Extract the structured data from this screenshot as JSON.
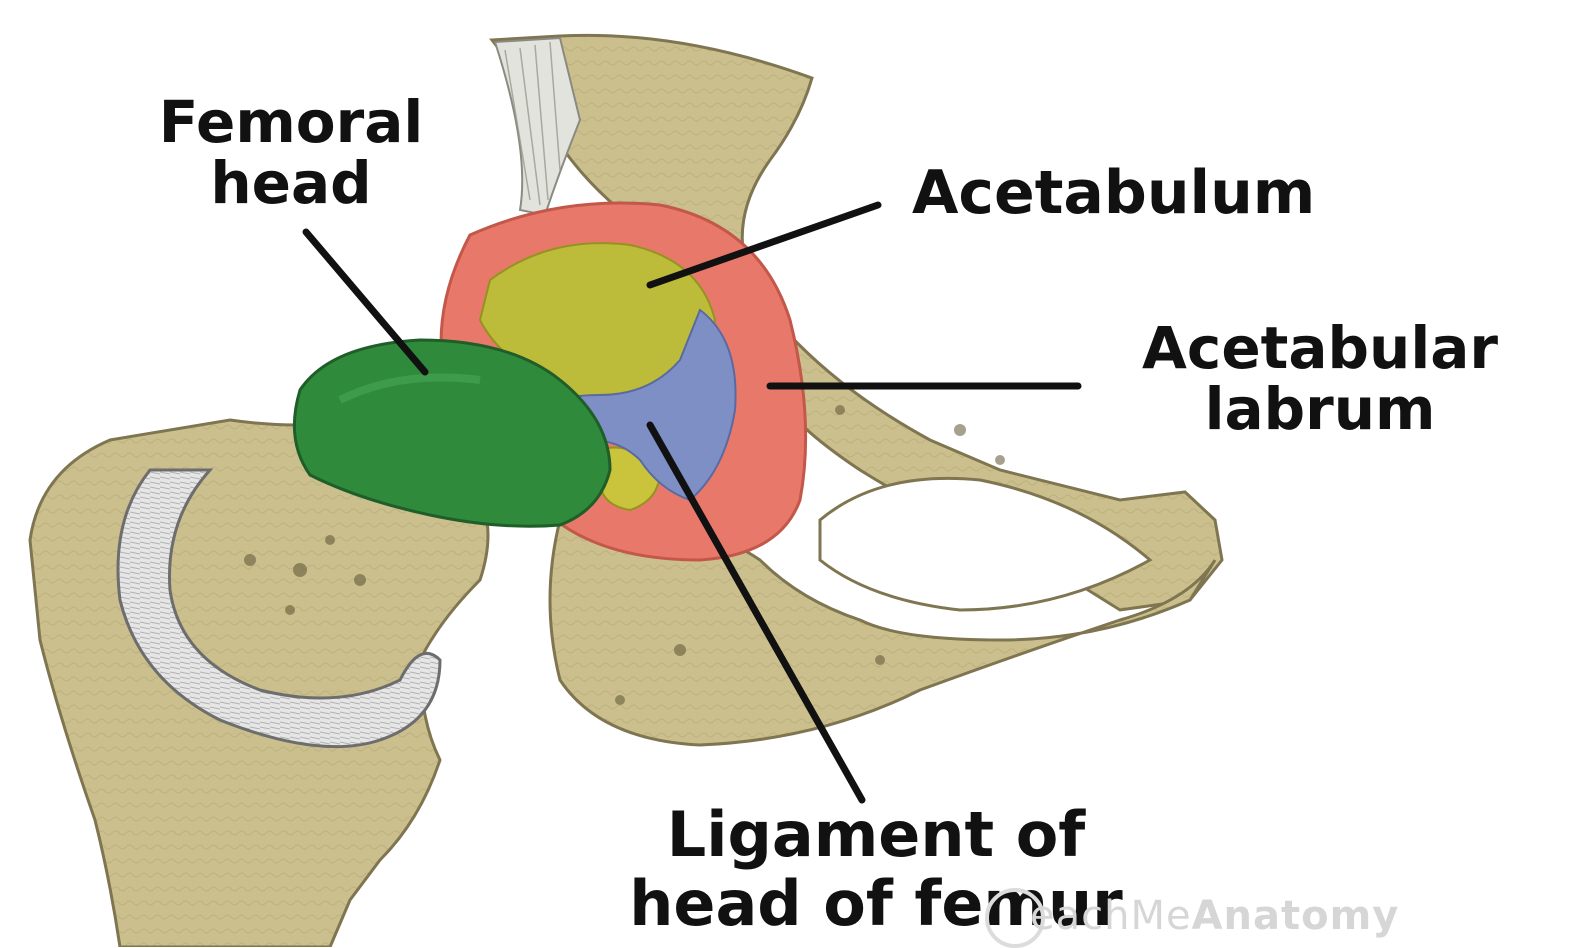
{
  "labels": {
    "femoral_head": [
      "Femoral",
      "head"
    ],
    "acetabulum": "Acetabulum",
    "acetabular_labrum": [
      "Acetabular",
      "labrum"
    ],
    "ligament_of_head_of_femur": [
      "Ligament of",
      "head of femur"
    ]
  },
  "watermark": {
    "prefix": "eachMe",
    "brand": "Anatomy"
  },
  "colors": {
    "bone": "#c9be8a",
    "bone_shadow": "#8f845a",
    "femoral_head": "#2f8a3c",
    "acetabulum": "#b9b93a",
    "labrum": "#e87a6a",
    "ligament": "#7d8fc4",
    "capsule_ligament": "#e2e2e2",
    "leader_line": "#111111"
  }
}
